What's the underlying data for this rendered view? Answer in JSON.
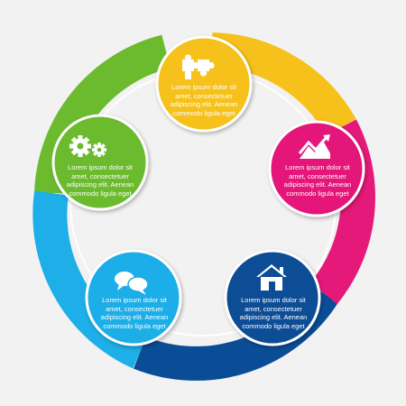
{
  "colors": {
    "background": "#f2f2f2",
    "yellow": "#f7c11b",
    "yellow_dark": "#e8a80e",
    "pink": "#e5197a",
    "pink_dark": "#c8146a",
    "navy": "#0a4d96",
    "navy_dark": "#083a77",
    "blue": "#1eaee8",
    "blue_dark": "#1596cf",
    "green": "#6cbb2f",
    "green_dark": "#57a024",
    "text": "#ffffff"
  },
  "nodes": [
    {
      "id": "top",
      "icon": "puzzle-icon",
      "text_lines": [
        "Lorem ipsum dolor sit",
        "amet, consectetuer",
        "adipiscing elit. Aenean",
        "commodo ligula eget"
      ]
    },
    {
      "id": "right",
      "icon": "chart-arrow-icon",
      "text_lines": [
        "Lorem ipsum dolor sit",
        "amet, consectetuer",
        "adipiscing elit. Aenean",
        "commodo ligula eget"
      ]
    },
    {
      "id": "bottom-right",
      "icon": "home-icon",
      "text_lines": [
        "Lorem ipsum dolor sit",
        "amet, consectetuer",
        "adipiscing elit. Aenean",
        "commodo ligula eget"
      ]
    },
    {
      "id": "bottom-left",
      "icon": "chat-bubbles-icon",
      "text_lines": [
        "Lorem ipsum dolor sit",
        "amet, consectetuer",
        "adipiscing elit. Aenean",
        "commodo ligula eget"
      ]
    },
    {
      "id": "left",
      "icon": "gears-icon",
      "text_lines": [
        "Lorem ipsum dolor sit",
        "amet, consectetuer",
        "adipiscing elit. Aenean",
        "commodo ligula eget"
      ]
    }
  ]
}
